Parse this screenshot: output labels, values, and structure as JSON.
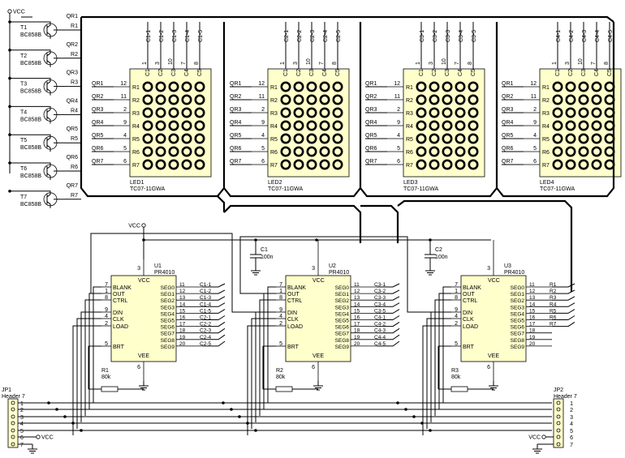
{
  "supply_label": "VCC",
  "ground_label": "",
  "transistors": [
    {
      "ref": "T1",
      "part": "BC858B",
      "row": "QR1",
      "res": "R1"
    },
    {
      "ref": "T2",
      "part": "BC858B",
      "row": "QR2",
      "res": "R2"
    },
    {
      "ref": "T3",
      "part": "BC858B",
      "row": "QR3",
      "res": "R3"
    },
    {
      "ref": "T4",
      "part": "BC858B",
      "row": "QR4",
      "res": "R4"
    },
    {
      "ref": "T5",
      "part": "BC858B",
      "row": "QR5",
      "res": "R5"
    },
    {
      "ref": "T6",
      "part": "BC858B",
      "row": "QR6",
      "res": "R6"
    },
    {
      "ref": "T7",
      "part": "BC858B",
      "row": "QR7",
      "res": "R7"
    }
  ],
  "led_row_nets": [
    "QR1",
    "QR2",
    "QR3",
    "QR4",
    "QR5",
    "QR6",
    "QR7"
  ],
  "led_row_pins": [
    "12",
    "11",
    "2",
    "9",
    "4",
    "5",
    "6"
  ],
  "led_row_names": [
    "R1",
    "R2",
    "R3",
    "R4",
    "R5",
    "R6",
    "R7"
  ],
  "led_col_names": [
    "C1",
    "C2",
    "C3",
    "C4",
    "C5"
  ],
  "led_col_pins": [
    "1",
    "3",
    "10",
    "7",
    "8"
  ],
  "leds": [
    {
      "ref": "LED1",
      "part": "TC07-11GWA",
      "cols": [
        "C1-1",
        "C1-2",
        "C1-3",
        "C1-4",
        "C1-5"
      ]
    },
    {
      "ref": "LED2",
      "part": "TC07-11GWA",
      "cols": [
        "C2-1",
        "C2-2",
        "C2-3",
        "C2-4",
        "C2-5"
      ]
    },
    {
      "ref": "LED3",
      "part": "TC07-11GWA",
      "cols": [
        "C3-1",
        "C3-2",
        "C3-3",
        "C3-4",
        "C3-5"
      ]
    },
    {
      "ref": "LED4",
      "part": "TC07-11GWA",
      "cols": [
        "C4-1",
        "C4-2",
        "C4-3",
        "C4-4",
        "C4-5"
      ]
    }
  ],
  "capacitors": [
    {
      "ref": "C1",
      "value": "100n"
    },
    {
      "ref": "C2",
      "value": "100n"
    }
  ],
  "driver_left_pins": [
    {
      "num": "7",
      "name": "BLANK"
    },
    {
      "num": "1",
      "name": "OUT"
    },
    {
      "num": "8",
      "name": "CTRL"
    },
    {
      "num": "9",
      "name": "DIN"
    },
    {
      "num": "4",
      "name": "CLK"
    },
    {
      "num": "2",
      "name": "LOAD"
    },
    {
      "num": "5",
      "name": "BRT"
    }
  ],
  "driver_power_pins": [
    {
      "num": "3",
      "name": "VCC"
    },
    {
      "num": "6",
      "name": "VEE"
    }
  ],
  "driver_right_pins": [
    {
      "num": "11",
      "name": "SEG0"
    },
    {
      "num": "12",
      "name": "SEG1"
    },
    {
      "num": "13",
      "name": "SEG2"
    },
    {
      "num": "14",
      "name": "SEG3"
    },
    {
      "num": "15",
      "name": "SEG4"
    },
    {
      "num": "16",
      "name": "SEG5"
    },
    {
      "num": "17",
      "name": "SEG6"
    },
    {
      "num": "18",
      "name": "SEG7"
    },
    {
      "num": "19",
      "name": "SEG8"
    },
    {
      "num": "20",
      "name": "SEG9"
    }
  ],
  "drivers": [
    {
      "ref": "U1",
      "part": "PR4010",
      "res_ref": "R1",
      "res_val": "80k",
      "nets": [
        "C1-1",
        "C1-2",
        "C1-3",
        "C1-4",
        "C1-5",
        "C2-1",
        "C2-2",
        "C2-3",
        "C2-4",
        "C2-5"
      ]
    },
    {
      "ref": "U2",
      "part": "PR4010",
      "res_ref": "R2",
      "res_val": "80k",
      "nets": [
        "C3-1",
        "C3-2",
        "C3-3",
        "C3-4",
        "C3-5",
        "C4-1",
        "C4-2",
        "C4-3",
        "C4-4",
        "C4-5"
      ]
    },
    {
      "ref": "U3",
      "part": "PR4010",
      "res_ref": "R3",
      "res_val": "80k",
      "nets": [
        "R1",
        "R2",
        "R3",
        "R4",
        "R5",
        "R6",
        "R7",
        "",
        "",
        ""
      ]
    }
  ],
  "headers": [
    {
      "ref": "JP1",
      "part": "Header 7",
      "pins": [
        "1",
        "2",
        "3",
        "4",
        "5",
        "6",
        "7"
      ],
      "vcc_label": "VCC"
    },
    {
      "ref": "JP2",
      "part": "Header 7",
      "pins": [
        "1",
        "2",
        "3",
        "4",
        "5",
        "6",
        "7"
      ],
      "vcc_label": "VCC"
    }
  ]
}
